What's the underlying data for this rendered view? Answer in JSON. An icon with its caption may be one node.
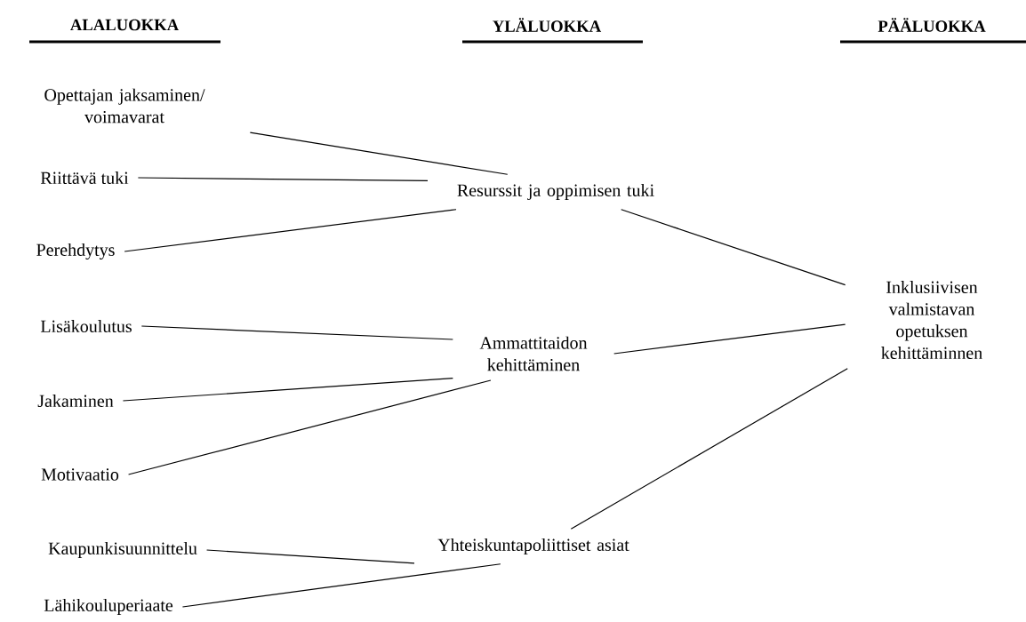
{
  "diagram": {
    "nodes": [
      {
        "text": [
          "Opettajan jaksaminen/ voimavarat"
        ]
      },
      {
        "text": [
          "Riittävä tuki"
        ]
      },
      {
        "text": [
          "Perehdytys"
        ]
      },
      {
        "text": [
          "Resurssit ja oppimisen tuki"
        ]
      },
      {
        "text": [
          "Lisäkoulutus"
        ]
      },
      {
        "text": [
          "Jakaminen"
        ]
      },
      {
        "text": [
          "Motivaatio"
        ]
      },
      {
        "text": [
          "Ammattitaidon kehittäminen"
        ]
      },
      {
        "text": [
          "Kaupunkisuunnittelu"
        ]
      },
      {
        "text": [
          "Lähikouluperiaate"
        ]
      },
      {
        "text": [
          "Yhteiskuntapoliittiset asiat"
        ]
      },
      {
        "text": [
          "Inklusiivisen valmistavan opetuksen kehittäminnen"
        ]
      }
    ],
    "edges": [
      {
        "from": 0,
        "to": 3,
        "arrow": "none"
      },
      {
        "from": 1,
        "to": 3,
        "arrow": "none"
      },
      {
        "from": 2,
        "to": 3,
        "arrow": "none"
      },
      {
        "from": 4,
        "to": 7,
        "arrow": "none"
      },
      {
        "from": 5,
        "to": 7,
        "arrow": "none"
      },
      {
        "from": 6,
        "to": 7,
        "arrow": "none"
      },
      {
        "from": 8,
        "to": 10,
        "arrow": "none"
      },
      {
        "from": 9,
        "to": 10,
        "arrow": "none"
      },
      {
        "from": 3,
        "to": 11,
        "arrow": "none"
      },
      {
        "from": 7,
        "to": 11,
        "arrow": "none"
      },
      {
        "from": 10,
        "to": 11,
        "arrow": "none"
      }
    ],
    "labels": [
      "ALALUOKKA",
      "YLÄLUOKKA",
      "PÄÄLUOKKA"
    ]
  }
}
